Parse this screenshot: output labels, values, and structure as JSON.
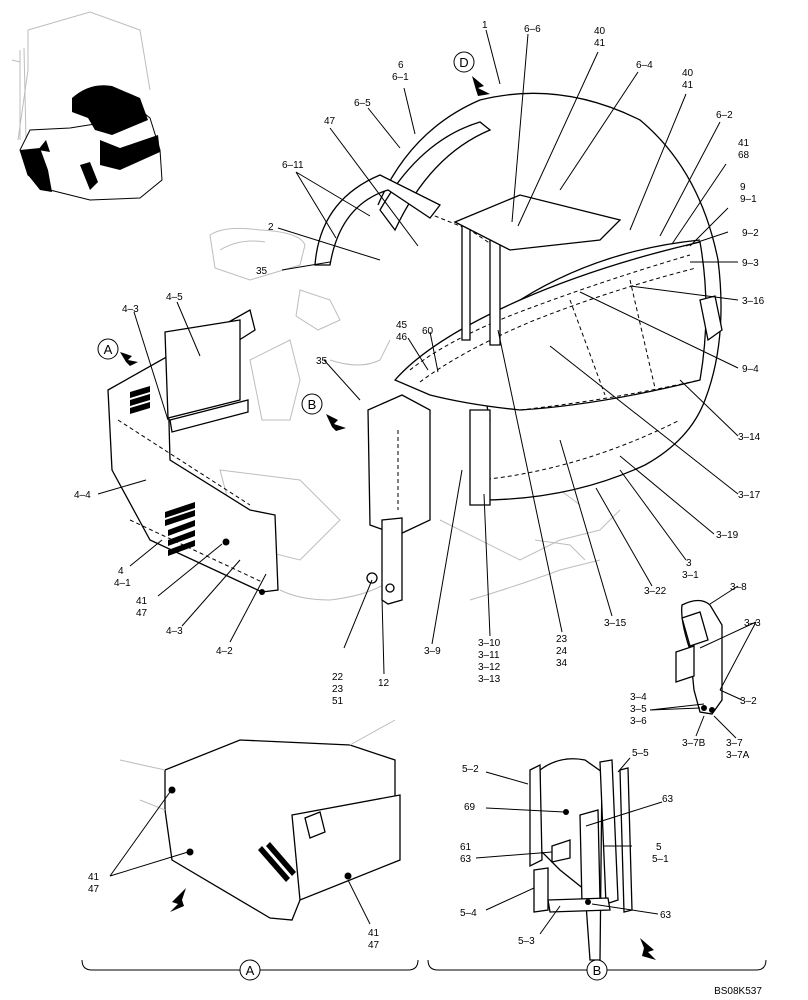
{
  "diagram": {
    "drawing_code": "BS08K537",
    "view_letters": [
      "A",
      "B",
      "D"
    ],
    "callouts": [
      {
        "id": "c1",
        "lines": [
          "1"
        ]
      },
      {
        "id": "c6",
        "lines": [
          "6",
          "6–1"
        ]
      },
      {
        "id": "c66",
        "lines": [
          "6–6"
        ]
      },
      {
        "id": "c4041a",
        "lines": [
          "40",
          "41"
        ]
      },
      {
        "id": "c64",
        "lines": [
          "6–4"
        ]
      },
      {
        "id": "c4041b",
        "lines": [
          "40",
          "41"
        ]
      },
      {
        "id": "c65",
        "lines": [
          "6–5"
        ]
      },
      {
        "id": "c47",
        "lines": [
          "47"
        ]
      },
      {
        "id": "c62",
        "lines": [
          "6–2"
        ]
      },
      {
        "id": "c4168",
        "lines": [
          "41",
          "68"
        ]
      },
      {
        "id": "c611",
        "lines": [
          "6–11"
        ]
      },
      {
        "id": "c991",
        "lines": [
          "9",
          "9–1"
        ]
      },
      {
        "id": "c92",
        "lines": [
          "9–2"
        ]
      },
      {
        "id": "c2",
        "lines": [
          "2"
        ]
      },
      {
        "id": "c93",
        "lines": [
          "9–3"
        ]
      },
      {
        "id": "c35a",
        "lines": [
          "35"
        ]
      },
      {
        "id": "c316",
        "lines": [
          "3–16"
        ]
      },
      {
        "id": "c43a",
        "lines": [
          "4–3"
        ]
      },
      {
        "id": "c45",
        "lines": [
          "4–5"
        ]
      },
      {
        "id": "c4546",
        "lines": [
          "45",
          "46"
        ]
      },
      {
        "id": "c60",
        "lines": [
          "60"
        ]
      },
      {
        "id": "c94",
        "lines": [
          "9–4"
        ]
      },
      {
        "id": "c35b",
        "lines": [
          "35"
        ]
      },
      {
        "id": "c314",
        "lines": [
          "3–14"
        ]
      },
      {
        "id": "c44",
        "lines": [
          "4–4"
        ]
      },
      {
        "id": "c317",
        "lines": [
          "3–17"
        ]
      },
      {
        "id": "c319",
        "lines": [
          "3–19"
        ]
      },
      {
        "id": "c441",
        "lines": [
          "4",
          "4–1"
        ]
      },
      {
        "id": "c331",
        "lines": [
          "3",
          "3–1"
        ]
      },
      {
        "id": "c4147a",
        "lines": [
          "41",
          "47"
        ]
      },
      {
        "id": "c322",
        "lines": [
          "3–22"
        ]
      },
      {
        "id": "c38",
        "lines": [
          "3–8"
        ]
      },
      {
        "id": "c43b",
        "lines": [
          "4–3"
        ]
      },
      {
        "id": "c315",
        "lines": [
          "3–15"
        ]
      },
      {
        "id": "c33",
        "lines": [
          "3–3"
        ]
      },
      {
        "id": "c42",
        "lines": [
          "4–2"
        ]
      },
      {
        "id": "c39",
        "lines": [
          "3–9"
        ]
      },
      {
        "id": "c310",
        "lines": [
          "3–10",
          "3–11",
          "3–12",
          "3–13"
        ]
      },
      {
        "id": "c232434",
        "lines": [
          "23",
          "24",
          "34"
        ]
      },
      {
        "id": "c222351",
        "lines": [
          "22",
          "23",
          "51"
        ]
      },
      {
        "id": "c12",
        "lines": [
          "12"
        ]
      },
      {
        "id": "c32",
        "lines": [
          "3–2"
        ]
      },
      {
        "id": "c3456",
        "lines": [
          "3–4",
          "3–5",
          "3–6"
        ]
      },
      {
        "id": "c37b",
        "lines": [
          "3–7B"
        ]
      },
      {
        "id": "c37",
        "lines": [
          "3–7",
          "3–7A"
        ]
      },
      {
        "id": "c55",
        "lines": [
          "5–5"
        ]
      },
      {
        "id": "c52",
        "lines": [
          "5–2"
        ]
      },
      {
        "id": "c63a",
        "lines": [
          "63"
        ]
      },
      {
        "id": "c69",
        "lines": [
          "69"
        ]
      },
      {
        "id": "c551",
        "lines": [
          "5",
          "5–1"
        ]
      },
      {
        "id": "c6163",
        "lines": [
          "61",
          "63"
        ]
      },
      {
        "id": "c4147b",
        "lines": [
          "41",
          "47"
        ]
      },
      {
        "id": "c54",
        "lines": [
          "5–4"
        ]
      },
      {
        "id": "c63b",
        "lines": [
          "63"
        ]
      },
      {
        "id": "c4147c",
        "lines": [
          "41",
          "47"
        ]
      },
      {
        "id": "c53",
        "lines": [
          "5–3"
        ]
      }
    ]
  }
}
